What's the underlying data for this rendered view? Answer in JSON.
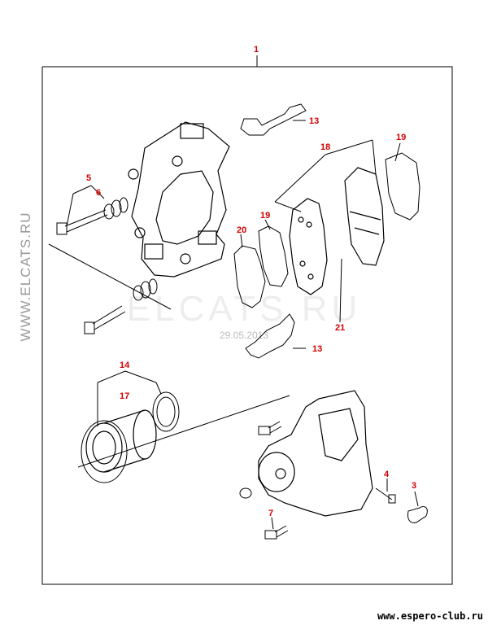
{
  "watermarks": {
    "side": "WWW.ELCATS.RU",
    "center": "ELCATS.RU",
    "date": "29.05.2013"
  },
  "footer": {
    "url": "www.espero-club.ru"
  },
  "colors": {
    "callout": "#d40000",
    "line": "#000000",
    "watermark": "#9a9a9a"
  },
  "callouts": {
    "c1": "1",
    "c3": "3",
    "c4": "4",
    "c5": "5",
    "c6": "6",
    "c7": "7",
    "c13a": "13",
    "c13b": "13",
    "c14": "14",
    "c17": "17",
    "c18": "18",
    "c19a": "19",
    "c19b": "19",
    "c20": "20",
    "c21": "21"
  }
}
